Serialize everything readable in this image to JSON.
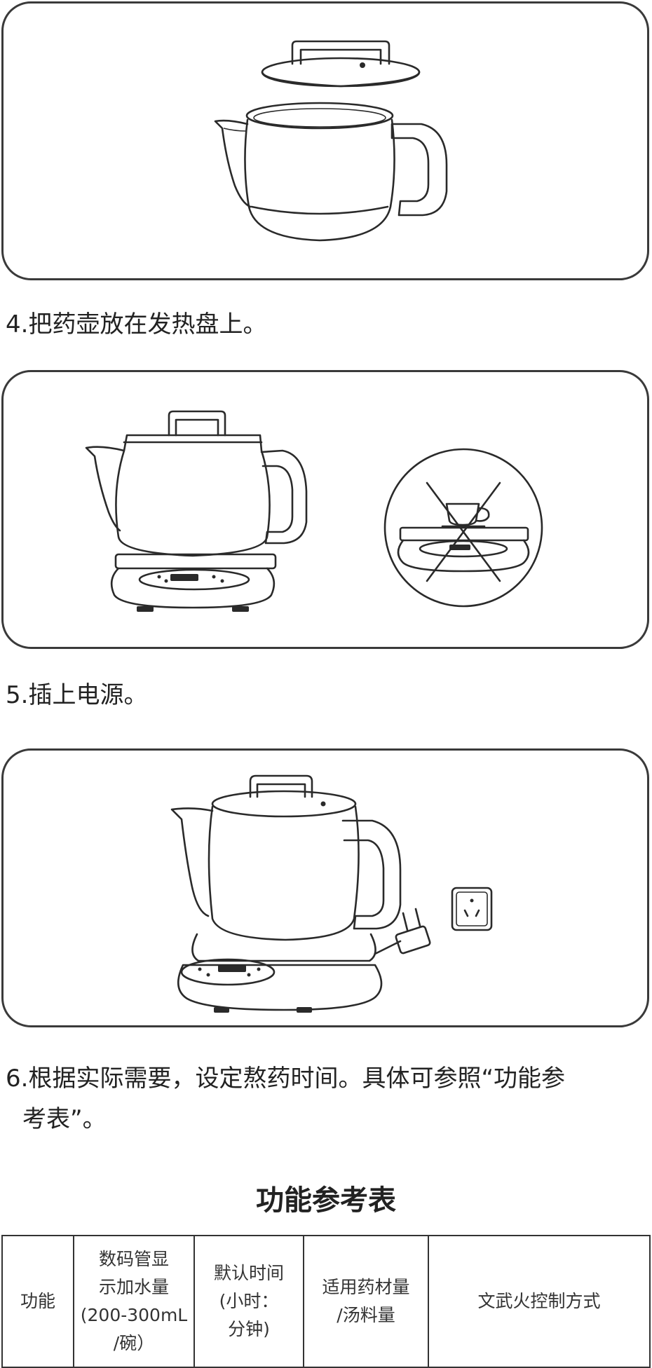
{
  "steps": {
    "step4": "4.把药壶放在发热盘上。",
    "step5": "5.插上电源。",
    "step6_line1": "6.根据实际需要，设定熬药时间。具体可参照“功能参",
    "step6_line2": "考表”。"
  },
  "table": {
    "title": "功能参考表",
    "headers": {
      "col1": "功能",
      "col2_l1": "数码管显",
      "col2_l2": "示加水量",
      "col2_l3": "(200-300mL",
      "col2_l4": "/碗）",
      "col3_l1": "默认时间",
      "col3_l2": "(小时：",
      "col3_l3": "分钟)",
      "col4_l1": "适用药材量",
      "col4_l2": "/汤料量",
      "col5": "文武火控制方式"
    }
  },
  "icons": [
    "teapot-with-lid-illustration",
    "teapot-on-base-illustration",
    "no-other-cookware-icon",
    "plug-into-socket-illustration"
  ]
}
